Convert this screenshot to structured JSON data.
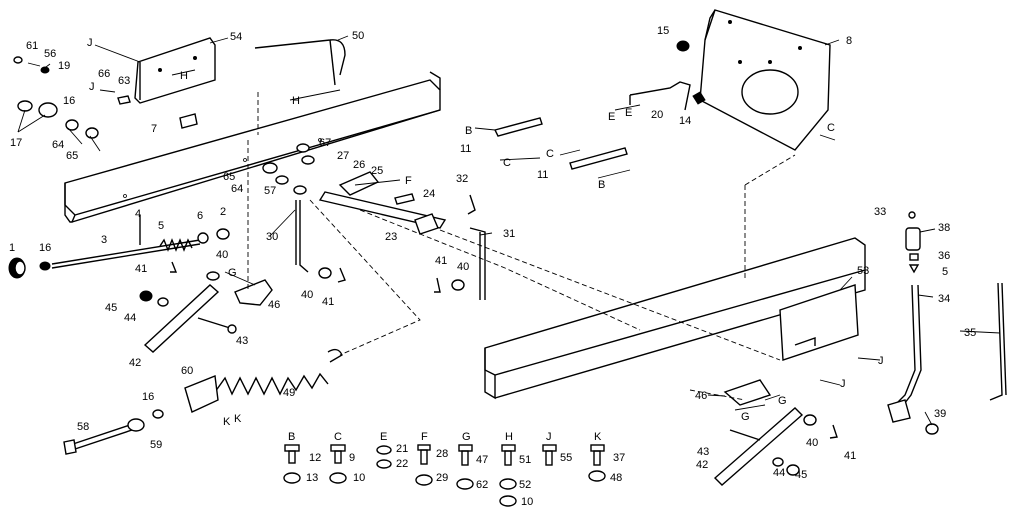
{
  "labels": {
    "n61": "61",
    "n56": "56",
    "n19": "19",
    "n16a": "16",
    "n17": "17",
    "n64a": "64",
    "n65a": "65",
    "n66": "66",
    "n63": "63",
    "n54": "54",
    "n50": "50",
    "n7": "7",
    "n67": "67",
    "n27": "27",
    "n26": "26",
    "n25": "25",
    "n65b": "65",
    "n64b": "64",
    "n57": "57",
    "n24": "24",
    "n32": "32",
    "n4": "4",
    "n5a": "5",
    "n6": "6",
    "n2": "2",
    "n30": "30",
    "n23": "23",
    "n31": "31",
    "n1": "1",
    "n16b": "16",
    "n3": "3",
    "n41a": "41",
    "n40a": "40",
    "n41b": "41",
    "n40b": "40",
    "n41c": "41",
    "n40c": "40",
    "n46a": "46",
    "n45a": "45",
    "n44a": "44",
    "n43a": "43",
    "n42a": "42",
    "n60": "60",
    "n49": "49",
    "n16c": "16",
    "n58": "58",
    "n59": "59",
    "n15": "15",
    "n8": "8",
    "n20": "20",
    "n14": "14",
    "n11a": "11",
    "n11b": "11",
    "n33": "33",
    "n38": "38",
    "n36": "36",
    "n5b": "5",
    "n34": "34",
    "n35": "35",
    "n53": "53",
    "n39": "39",
    "n46b": "46",
    "n43b": "43",
    "n42b": "42",
    "n44b": "44",
    "n45b": "45",
    "n40d": "40",
    "n41d": "41",
    "lJ1": "J",
    "lJ2": "J",
    "lH1": "H",
    "lH2": "H",
    "lF": "F",
    "lG1": "G",
    "lK1": "K",
    "lK2": "K",
    "lE1": "E",
    "lE2": "E",
    "lB1": "B",
    "lB2": "B",
    "lC1": "C",
    "lC2": "C",
    "lC3": "C",
    "lJ3": "J",
    "lJ4": "J",
    "lG2": "G",
    "lG3": "G"
  },
  "fastener_key": [
    {
      "letter": "B",
      "top": "12",
      "bottom": "13"
    },
    {
      "letter": "C",
      "top": "9",
      "bottom": "10"
    },
    {
      "letter": "E",
      "top": "21",
      "bottom": "22"
    },
    {
      "letter": "F",
      "top": "28",
      "bottom": "29"
    },
    {
      "letter": "G",
      "top": "47",
      "bottom": "62"
    },
    {
      "letter": "H",
      "top": "51",
      "bottom": "52",
      "extra": "10"
    },
    {
      "letter": "J",
      "top": "55",
      "bottom": ""
    },
    {
      "letter": "K",
      "top": "37",
      "bottom": "48"
    }
  ]
}
